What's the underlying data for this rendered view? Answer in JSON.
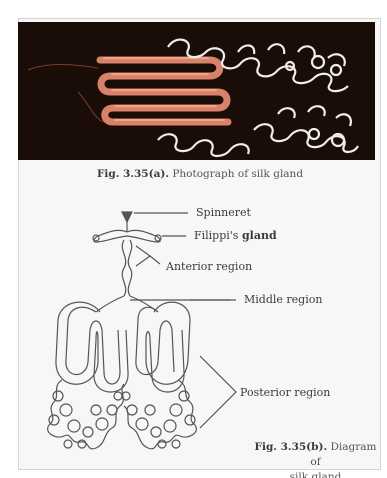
{
  "figure_a": {
    "number": "Fig. 3.35(a).",
    "caption": "Photograph of silk gland"
  },
  "figure_b": {
    "labels": {
      "spinneret": "Spinneret",
      "filippis_gland_prefix": "Filippi's",
      "filippis_gland_bold": "gland",
      "anterior_region": "Anterior region",
      "middle_region": "Middle region",
      "posterior_region": "Posterior region"
    },
    "number": "Fig. 3.35(b).",
    "caption_line1": "Diagram of",
    "caption_line2": "silk gland"
  },
  "colors": {
    "photo_background": "#1a0c07",
    "gland_tube": "#d9826a",
    "gland_highlight": "#f2b8a1",
    "coil_white": "#f0eeea",
    "line_art": "#555555"
  }
}
